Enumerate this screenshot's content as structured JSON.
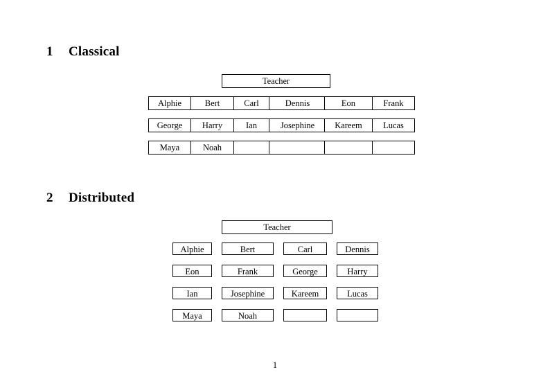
{
  "document": {
    "page_number": "1"
  },
  "sections": [
    {
      "number": "1",
      "title": "Classical",
      "teacher_label": "Teacher",
      "groups": [
        {
          "rows": [
            [
              "Alphie",
              "Bert"
            ],
            [
              "George",
              "Harry"
            ],
            [
              "Maya",
              "Noah"
            ]
          ]
        },
        {
          "rows": [
            [
              "Carl",
              "Dennis"
            ],
            [
              "Ian",
              "Josephine"
            ],
            [
              "",
              ""
            ]
          ]
        },
        {
          "rows": [
            [
              "Eon",
              "Frank"
            ],
            [
              "Kareem",
              "Lucas"
            ],
            [
              "",
              ""
            ]
          ]
        }
      ]
    },
    {
      "number": "2",
      "title": "Distributed",
      "teacher_label": "Teacher",
      "rows": [
        [
          "Alphie",
          "Bert",
          "Carl",
          "Dennis"
        ],
        [
          "Eon",
          "Frank",
          "George",
          "Harry"
        ],
        [
          "Ian",
          "Josephine",
          "Kareem",
          "Lucas"
        ],
        [
          "Maya",
          "Noah",
          "",
          ""
        ]
      ]
    }
  ],
  "colors": {
    "page_background": "#ffffff",
    "text": "#000000",
    "box_border": "#000000",
    "box_fill": "#ffffff"
  }
}
